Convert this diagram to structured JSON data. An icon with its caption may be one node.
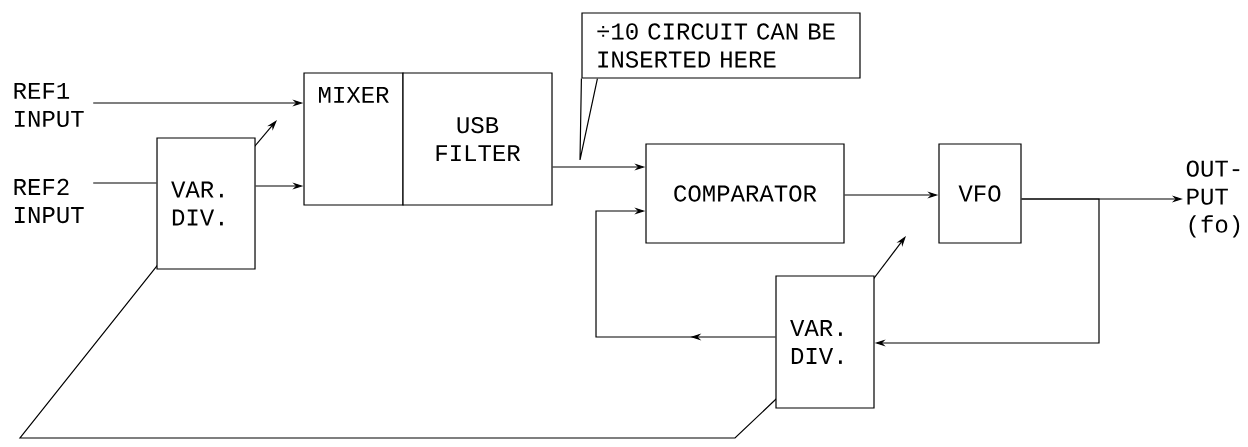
{
  "diagram": {
    "nodes": [
      {
        "text": [
          "REF1 INPUT"
        ]
      },
      {
        "text": [
          "REF2 INPUT"
        ]
      },
      {
        "text": [
          "VAR. DIV."
        ]
      },
      {
        "text": [
          "MIXER"
        ]
      },
      {
        "text": [
          "USB FILTER"
        ]
      },
      {
        "text": [
          "÷10 CIRCUIT CAN BE INSERTED HERE"
        ]
      },
      {
        "text": [
          "COMPARATOR"
        ]
      },
      {
        "text": [
          "VFO"
        ]
      },
      {
        "text": [
          "OUT-PUT (fo)"
        ]
      },
      {
        "text": [
          "VAR. DIV."
        ]
      }
    ],
    "edges": [
      {
        "from": 0,
        "to": 3,
        "arrow": "to"
      },
      {
        "from": 1,
        "to": 2,
        "arrow": "none"
      },
      {
        "from": 2,
        "to": 3,
        "arrow": "to"
      },
      {
        "from": 4,
        "to": 6,
        "arrow": "to"
      },
      {
        "from": 5,
        "to": null,
        "arrow": "none"
      },
      {
        "from": 6,
        "to": 7,
        "arrow": "to"
      },
      {
        "from": 7,
        "to": 8,
        "arrow": "to"
      },
      {
        "from": 7,
        "to": 9,
        "arrow": "to"
      },
      {
        "from": 9,
        "to": 6,
        "arrow": "to"
      }
    ]
  }
}
